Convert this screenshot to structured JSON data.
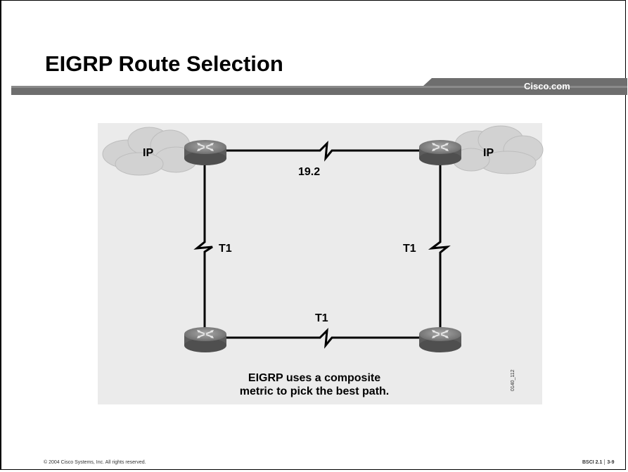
{
  "slide": {
    "title": "EIGRP Route Selection",
    "brand": "Cisco.com",
    "caption_line1": "EIGRP uses a composite",
    "caption_line2": "metric to pick the best path.",
    "figure_code": "0140_112",
    "footer_copyright": "© 2004 Cisco Systems, Inc. All rights reserved.",
    "footer_course": "BSCI 2.1",
    "footer_page": "3-9"
  },
  "diagram": {
    "clouds": [
      {
        "label": "IP"
      },
      {
        "label": "IP"
      }
    ],
    "links": [
      {
        "name": "top-link",
        "label": "19.2"
      },
      {
        "name": "left-link",
        "label": "T1"
      },
      {
        "name": "right-link",
        "label": "T1"
      },
      {
        "name": "bottom-link",
        "label": "T1"
      }
    ],
    "colors": {
      "header_bar": "#6e6e6e",
      "panel": "#ebebeb",
      "cloud": "#d4d4d4",
      "router": "#7b7b7b"
    }
  }
}
